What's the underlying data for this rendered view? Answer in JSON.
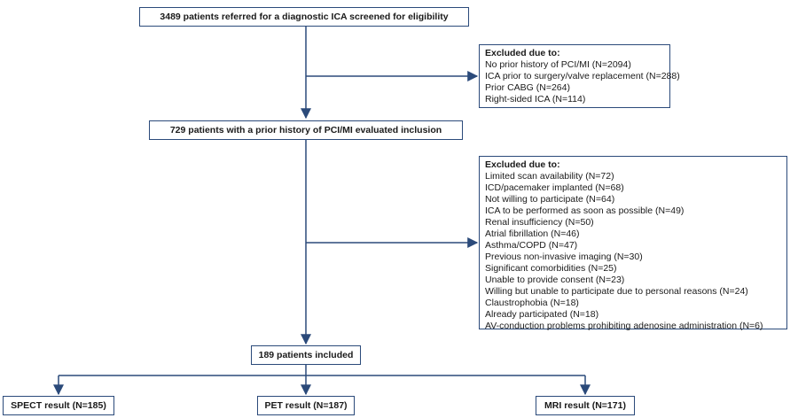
{
  "flowchart": {
    "screened": "3489 patients referred for a diagnostic ICA screened for eligibility",
    "exclusion1": {
      "title": "Excluded due to:",
      "items": [
        "No prior history of PCI/MI (N=2094)",
        "ICA prior to surgery/valve replacement (N=288)",
        "Prior CABG (N=264)",
        "Right-sided ICA (N=114)"
      ]
    },
    "evaluated": "729 patients with a prior history of PCI/MI evaluated inclusion",
    "exclusion2": {
      "title": "Excluded due to:",
      "items": [
        "Limited scan availability (N=72)",
        "ICD/pacemaker implanted (N=68)",
        "Not willing to participate (N=64)",
        "ICA to be performed as soon as possible (N=49)",
        "Renal insufficiency (N=50)",
        "Atrial fibrillation (N=46)",
        "Asthma/COPD (N=47)",
        "Previous non-invasive imaging (N=30)",
        "Significant comorbidities (N=25)",
        "Unable to provide consent (N=23)",
        "Willing but unable to participate due to personal reasons (N=24)",
        "Claustrophobia (N=18)",
        "Already participated (N=18)",
        "AV-conduction problems prohibiting adenosine administration (N=6)"
      ]
    },
    "included": "189 patients included",
    "results": {
      "spect": "SPECT result (N=185)",
      "pet": "PET result (N=187)",
      "mri": "MRI result (N=171)"
    }
  },
  "colors": {
    "line": "#2b4a7a",
    "box_border": "#2b4a7a",
    "text": "#1a1a1a"
  }
}
